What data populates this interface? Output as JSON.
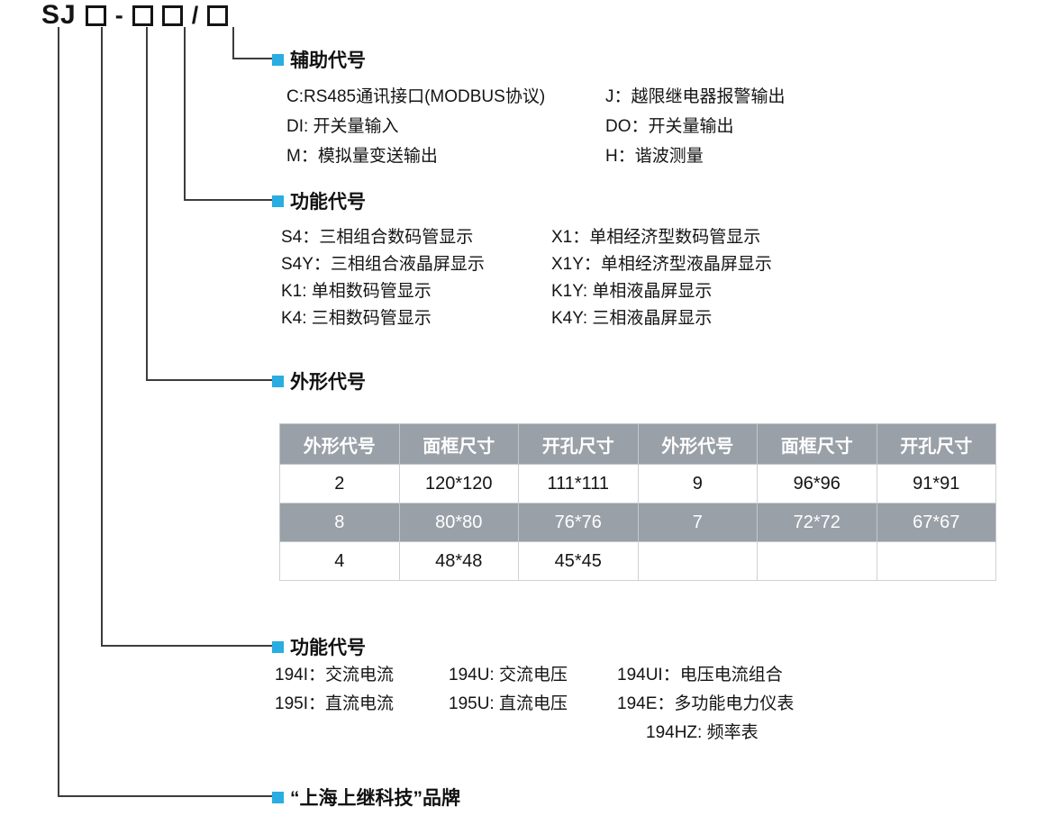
{
  "accent_color": "#29ade2",
  "table_gray": "#9aa0a8",
  "model": {
    "prefix": "SJ",
    "dash": "-",
    "slash": "/"
  },
  "sections": {
    "auxiliary": {
      "title": "辅助代号",
      "rows": [
        {
          "left": "C:RS485通讯接口(MODBUS协议)",
          "right": "J：越限继电器报警输出"
        },
        {
          "left": "DI: 开关量输入",
          "right": "DO：开关量输出"
        },
        {
          "left": "M：模拟量变送输出",
          "right": "H：谐波测量"
        }
      ]
    },
    "display": {
      "title": "功能代号",
      "rows": [
        {
          "left": "S4：三相组合数码管显示",
          "right": "X1：单相经济型数码管显示"
        },
        {
          "left": "S4Y：三相组合液晶屏显示",
          "right": "X1Y：单相经济型液晶屏显示"
        },
        {
          "left": "K1: 单相数码管显示",
          "right": "K1Y: 单相液晶屏显示"
        },
        {
          "left": "K4: 三相数码管显示",
          "right": "K4Y: 三相液晶屏显示"
        }
      ]
    },
    "shape": {
      "title": "外形代号",
      "table": {
        "headers": [
          "外形代号",
          "面框尺寸",
          "开孔尺寸",
          "外形代号",
          "面框尺寸",
          "开孔尺寸"
        ],
        "rows": [
          [
            "2",
            "120*120",
            "111*111",
            "9",
            "96*96",
            "91*91"
          ],
          [
            "8",
            "80*80",
            "76*76",
            "7",
            "72*72",
            "67*67"
          ],
          [
            "4",
            "48*48",
            "45*45",
            "",
            "",
            ""
          ]
        ]
      }
    },
    "function": {
      "title": "功能代号",
      "rows": [
        {
          "c1": "194I：交流电流",
          "c2": "194U: 交流电压",
          "c3": "194UI：电压电流组合"
        },
        {
          "c1": "195I：直流电流",
          "c2": "195U: 直流电压",
          "c3": "194E：多功能电力仪表"
        },
        {
          "c1": "",
          "c2": "",
          "c3": "194HZ: 频率表"
        }
      ]
    },
    "brand": {
      "title": "“上海上继科技”品牌"
    }
  }
}
